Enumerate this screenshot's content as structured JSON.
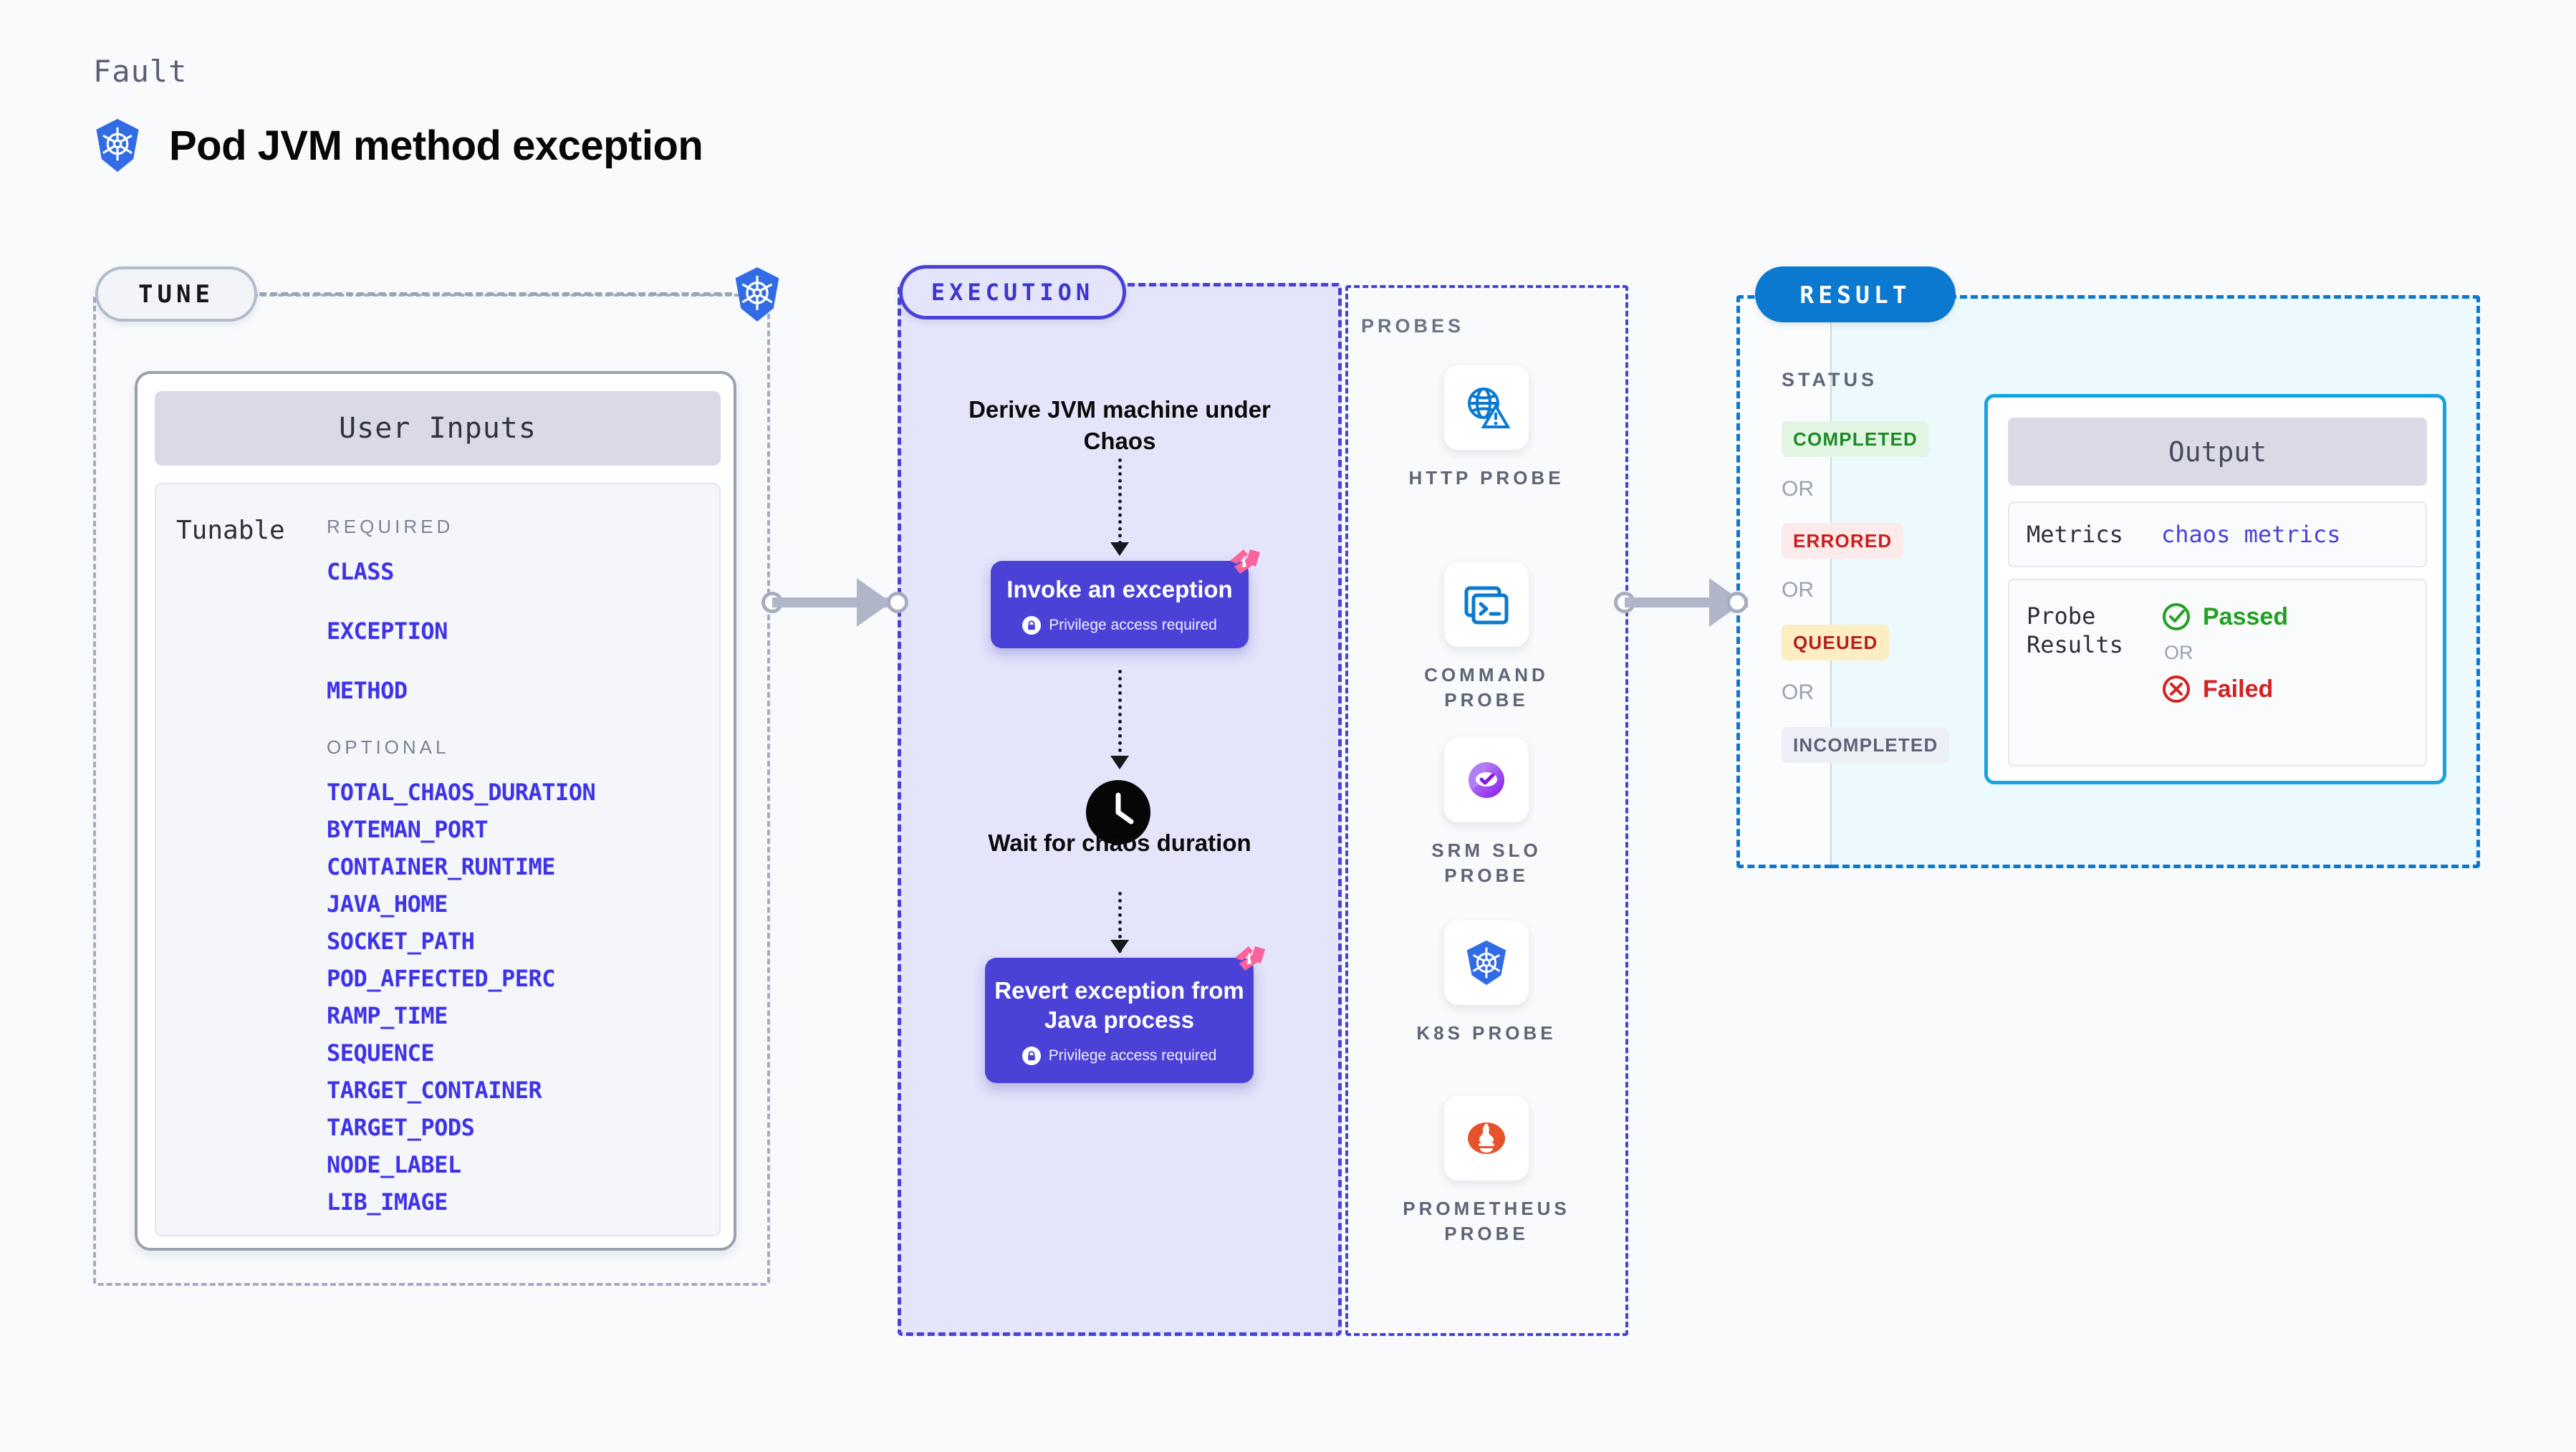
{
  "header": {
    "eyebrow": "Fault",
    "title": "Pod JVM method exception",
    "icon": "kubernetes-icon"
  },
  "tune": {
    "pill_label": "TUNE",
    "badge_icon": "kubernetes-icon",
    "card": {
      "header": "User Inputs",
      "row_label": "Tunable",
      "groups": [
        {
          "title": "REQUIRED",
          "params": [
            "CLASS",
            "EXCEPTION",
            "METHOD"
          ]
        },
        {
          "title": "OPTIONAL",
          "params": [
            "TOTAL_CHAOS_DURATION",
            "BYTEMAN_PORT",
            "CONTAINER_RUNTIME",
            "JAVA_HOME",
            "SOCKET_PATH",
            "POD_AFFECTED_PERC",
            "RAMP_TIME",
            "SEQUENCE",
            "TARGET_CONTAINER",
            "TARGET_PODS",
            "NODE_LABEL",
            "LIB_IMAGE"
          ]
        }
      ]
    }
  },
  "execution": {
    "pill_label": "EXECUTION",
    "step1_text": "Derive JVM machine under Chaos",
    "node1": {
      "title": "Invoke an exception",
      "privilege": "Privilege access required",
      "badge_icon": "litmus-icon",
      "lock_icon": "lock-icon"
    },
    "wait_icon": "clock-icon",
    "wait_text": "Wait for chaos duration",
    "node2": {
      "title": "Revert exception from Java process",
      "privilege": "Privilege access required",
      "badge_icon": "litmus-icon",
      "lock_icon": "lock-icon"
    }
  },
  "probes": {
    "title": "PROBES",
    "items": [
      {
        "label": "HTTP PROBE",
        "icon": "globe-warning-icon"
      },
      {
        "label": "COMMAND PROBE",
        "icon": "terminal-icon"
      },
      {
        "label": "SRM SLO PROBE",
        "icon": "srm-slo-icon"
      },
      {
        "label": "K8S PROBE",
        "icon": "kubernetes-icon"
      },
      {
        "label": "PROMETHEUS PROBE",
        "icon": "prometheus-icon"
      }
    ]
  },
  "result": {
    "pill_label": "RESULT",
    "status_title": "STATUS",
    "or_label": "OR",
    "statuses": [
      {
        "label": "COMPLETED",
        "bg": "#e3f6e3",
        "fg": "#1d8a25"
      },
      {
        "label": "ERRORED",
        "bg": "#fdeaea",
        "fg": "#c81e1e"
      },
      {
        "label": "QUEUED",
        "bg": "#fdeec2",
        "fg": "#b21f1f"
      },
      {
        "label": "INCOMPLETED",
        "bg": "#eceff5",
        "fg": "#5c6376"
      }
    ],
    "output": {
      "header": "Output",
      "metrics_key": "Metrics",
      "metrics_value": "chaos metrics",
      "probe_key": "Probe Results",
      "passed_label": "Passed",
      "failed_label": "Failed",
      "or_label": "OR",
      "pass_icon": "check-circle-icon",
      "fail_icon": "x-circle-icon"
    }
  },
  "colors": {
    "accent_purple": "#4a42d6",
    "accent_blue": "#0b79d0",
    "param_blue": "#3f33e8",
    "k8s_blue": "#326ce5",
    "litmus_pink": "#f9649b",
    "prometheus_orange": "#e6522c"
  }
}
